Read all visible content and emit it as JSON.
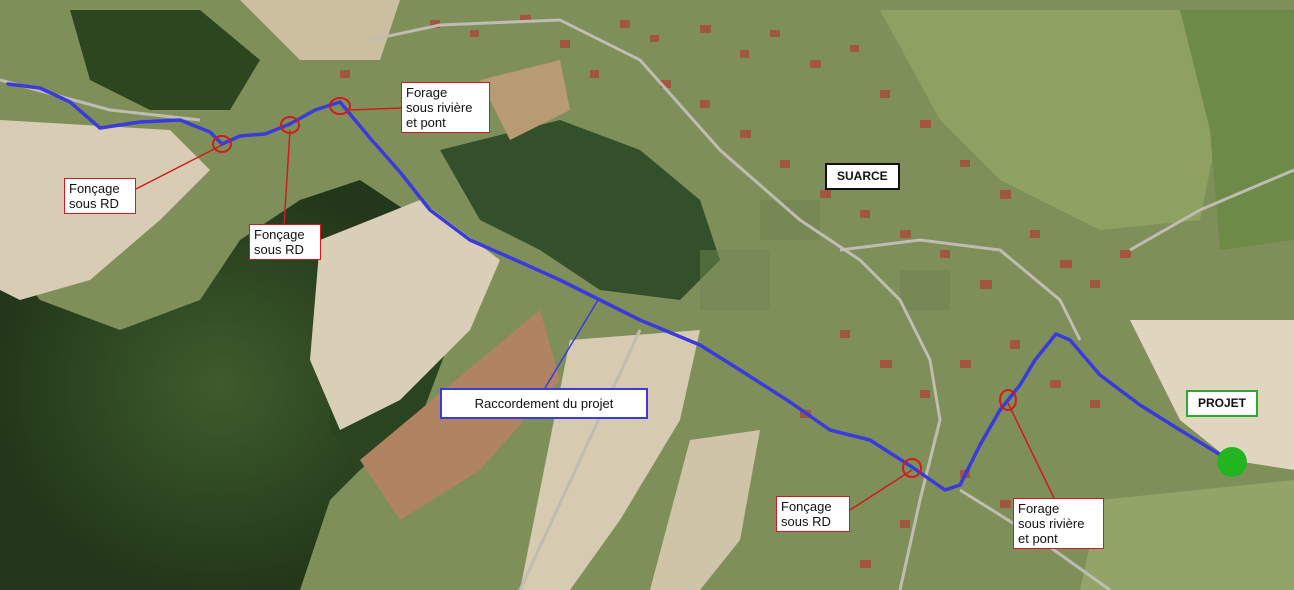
{
  "places": {
    "village": "SUARCE",
    "project": "PROJET"
  },
  "route": {
    "label": "Raccordement du projet"
  },
  "annotations": {
    "foncage_1": "Fonçage\nsous RD",
    "foncage_2": "Fonçage\nsous RD",
    "forage_1": "Forage\nsous rivière\net pont",
    "foncage_3": "Fonçage\nsous RD",
    "forage_2": "Forage\nsous rivière\net pont"
  },
  "colors": {
    "route": "#3b3bdc",
    "annotation_border": "#d01c1c",
    "project_marker": "#22b522",
    "project_label_border": "#2ea82e",
    "forest": "#2f4a22",
    "field_light": "#d8cdb4",
    "field_green": "#8fa064",
    "rooftop": "#a0563f"
  }
}
